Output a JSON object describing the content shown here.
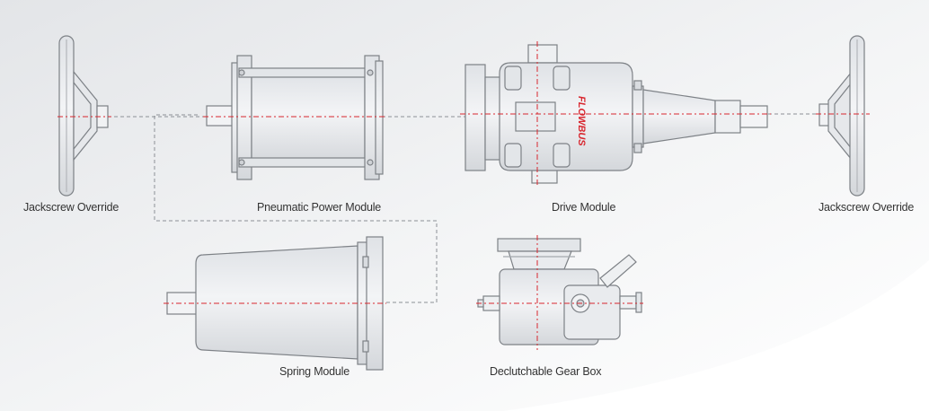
{
  "labels": {
    "jackscrew_left": "Jackscrew Override",
    "pneumatic": "Pneumatic Power Module",
    "drive": "Drive Module",
    "jackscrew_right": "Jackscrew Override",
    "spring": "Spring Module",
    "gearbox": "Declutchable Gear Box"
  },
  "brand": {
    "logo_text": "FLOWBUS"
  },
  "colors": {
    "background_gradient_start": "#e8eaec",
    "background_gradient_end": "#ffffff",
    "part_fill": "#ebedf0",
    "part_stroke": "#7d8186",
    "centerline_red": "#d8262e",
    "connector_gray": "#8c9096"
  }
}
